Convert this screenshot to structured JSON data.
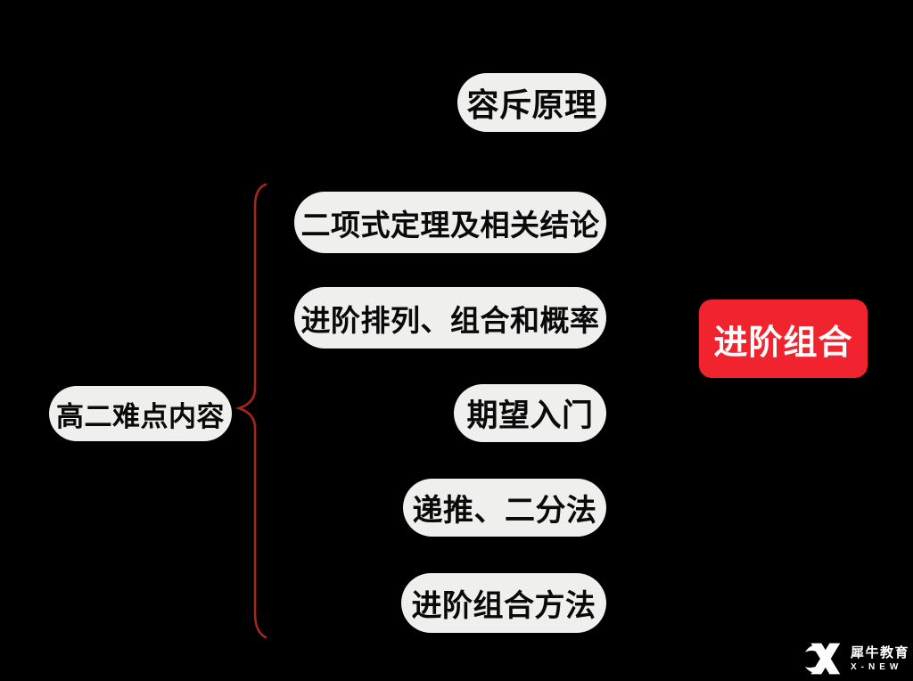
{
  "colors": {
    "background": "#000000",
    "node_bg": "#efefed",
    "node_text": "#0a0a0a",
    "highlight_bg": "#f1232e",
    "highlight_text": "#ffffff",
    "brace": "#a8251c",
    "logo": "#ffffff"
  },
  "mindmap": {
    "root": {
      "label": "高二难点内容"
    },
    "branches": [
      {
        "label": "容斥原理"
      },
      {
        "label": "二项式定理及相关结论"
      },
      {
        "label": "进阶排列、组合和概率"
      },
      {
        "label": "期望入门"
      },
      {
        "label": "递推、二分法"
      },
      {
        "label": "进阶组合方法"
      }
    ],
    "highlight": {
      "label": "进阶组合"
    }
  },
  "brand": {
    "name": "犀牛教育",
    "subtitle": "X-NEW",
    "logo_icon": "x-new-logo"
  }
}
